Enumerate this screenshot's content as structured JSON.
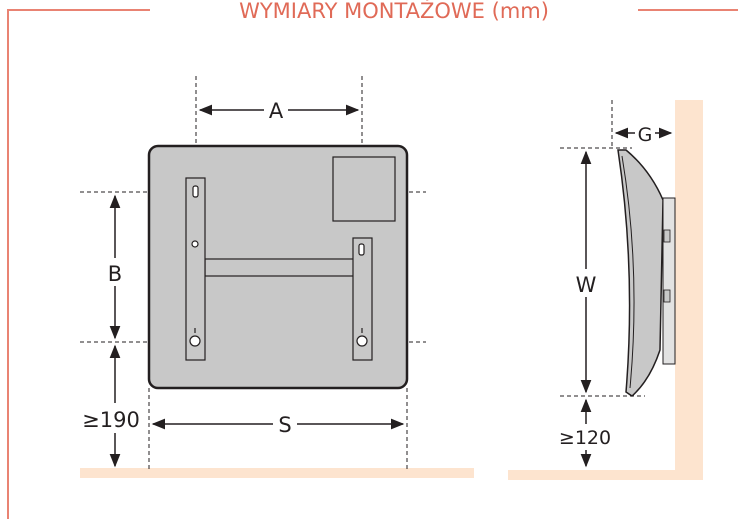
{
  "title": "WYMIARY MONTAŻOWE (mm)",
  "labels": {
    "a": "A",
    "b": "B",
    "s": "S",
    "w": "W",
    "g": "G",
    "min_floor_front": "≥190",
    "min_floor_side": "≥120"
  },
  "colors": {
    "frame": "#e98373",
    "title": "#e06a57",
    "wall": "#fde4cf",
    "panel": "#c8c8c8",
    "line": "#231f20"
  }
}
